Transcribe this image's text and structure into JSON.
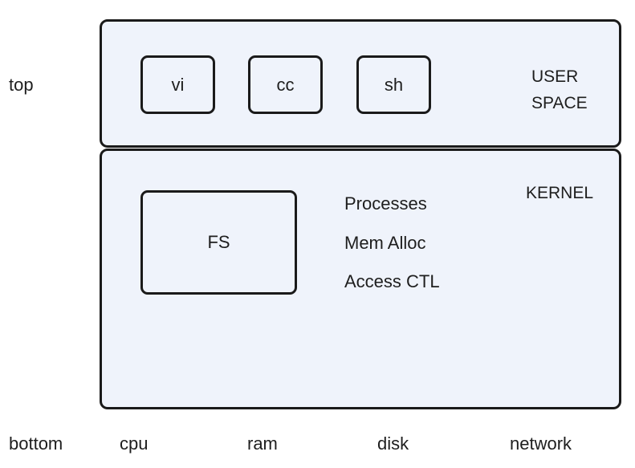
{
  "levels": {
    "top": "top",
    "bottom": "bottom"
  },
  "user_space": {
    "title": "USER\nSPACE",
    "programs": [
      "vi",
      "cc",
      "sh"
    ]
  },
  "kernel": {
    "title": "KERNEL",
    "fs_box": "FS",
    "features": [
      "Processes",
      "Mem Alloc",
      "Access CTL"
    ]
  },
  "hardware": [
    "cpu",
    "ram",
    "disk",
    "network"
  ],
  "colors": {
    "panel_fill": "#eff3fb",
    "outline": "#1a1a1a",
    "text": "#1e1e1e"
  }
}
